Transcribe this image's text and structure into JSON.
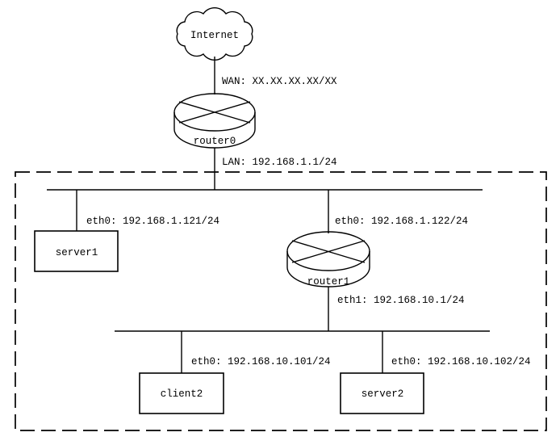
{
  "colors": {
    "line": "#000000",
    "background": "#ffffff"
  },
  "internet": {
    "label": "Internet"
  },
  "wan_link": {
    "label": "WAN: XX.XX.XX.XX/XX"
  },
  "router0": {
    "label": "router0"
  },
  "lan_link": {
    "label": "LAN: 192.168.1.1/24"
  },
  "server1": {
    "label": "server1",
    "iface": "eth0: 192.168.1.121/24"
  },
  "router1": {
    "label": "router1",
    "eth0": "eth0: 192.168.1.122/24",
    "eth1": "eth1: 192.168.10.1/24"
  },
  "client2": {
    "label": "client2",
    "iface": "eth0: 192.168.10.101/24"
  },
  "server2": {
    "label": "server2",
    "iface": "eth0: 192.168.10.102/24"
  }
}
